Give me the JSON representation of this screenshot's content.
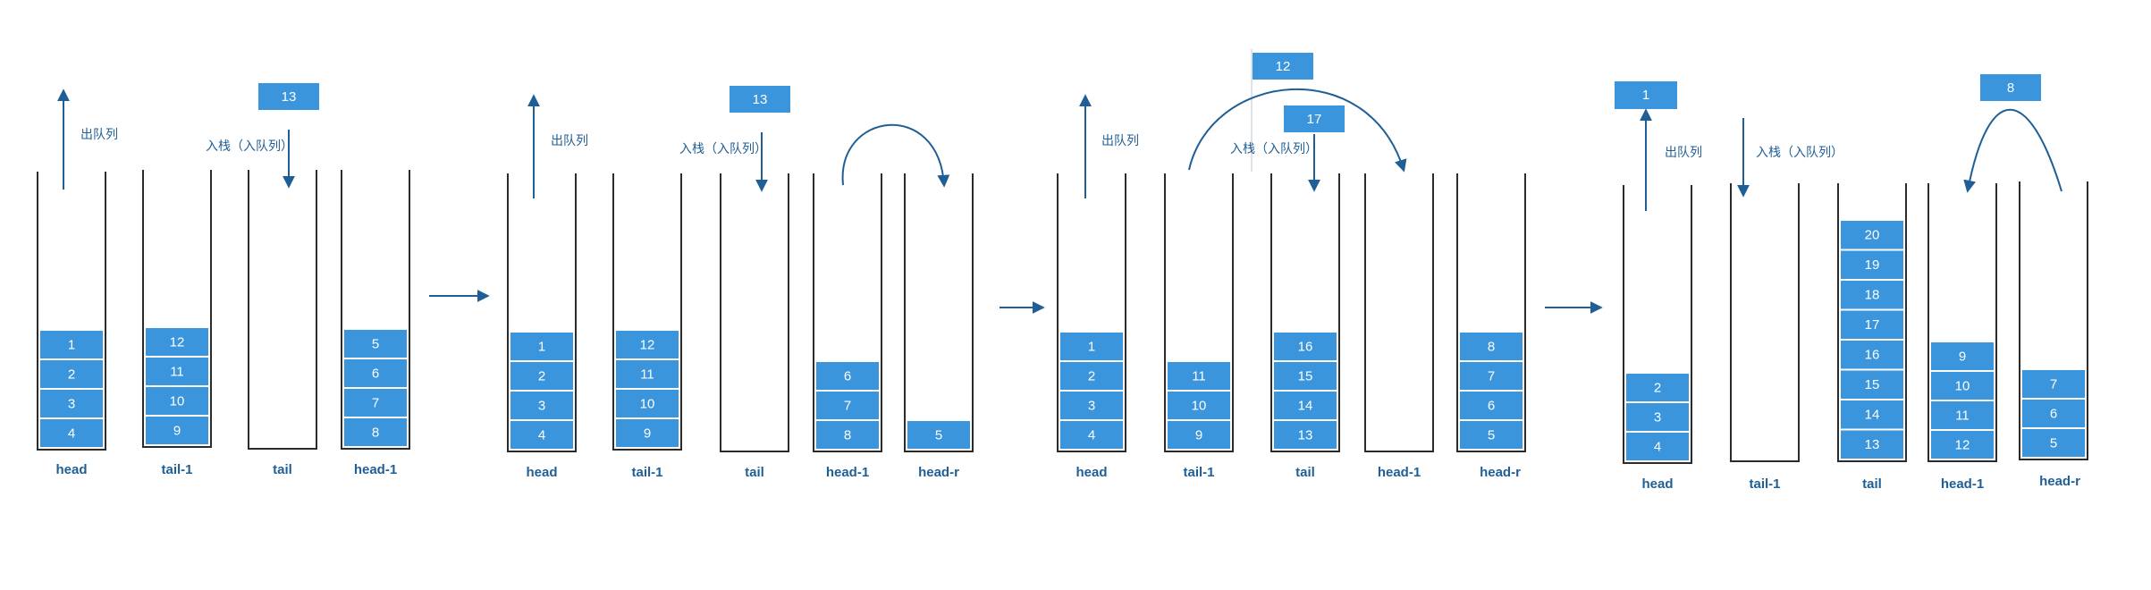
{
  "colors": {
    "box": "#3a95dc",
    "text": "#1f5f95",
    "wall": "#2b2b2b"
  },
  "labels": {
    "dequeue": "出队列",
    "push": "入栈（入队列）"
  },
  "stages": [
    {
      "stacks": [
        {
          "name": "head",
          "items": [
            "1",
            "2",
            "3",
            "4"
          ]
        },
        {
          "name": "tail-1",
          "items": [
            "12",
            "11",
            "10",
            "9"
          ]
        },
        {
          "name": "tail",
          "items": []
        },
        {
          "name": "head-1",
          "items": [
            "5",
            "6",
            "7",
            "8"
          ]
        }
      ],
      "incoming": "13"
    },
    {
      "stacks": [
        {
          "name": "head",
          "items": [
            "1",
            "2",
            "3",
            "4"
          ]
        },
        {
          "name": "tail-1",
          "items": [
            "12",
            "11",
            "10",
            "9"
          ]
        },
        {
          "name": "tail",
          "items": []
        },
        {
          "name": "head-1",
          "items": [
            "6",
            "7",
            "8"
          ]
        },
        {
          "name": "head-r",
          "items": [
            "5"
          ]
        }
      ],
      "incoming": "13"
    },
    {
      "stacks": [
        {
          "name": "head",
          "items": [
            "1",
            "2",
            "3",
            "4"
          ]
        },
        {
          "name": "tail-1",
          "items": [
            "11",
            "10",
            "9"
          ]
        },
        {
          "name": "tail",
          "items": [
            "16",
            "15",
            "14",
            "13"
          ]
        },
        {
          "name": "head-1",
          "items": []
        },
        {
          "name": "head-r",
          "items": [
            "8",
            "7",
            "6",
            "5"
          ]
        }
      ],
      "moved": "12",
      "incoming": "17"
    },
    {
      "stacks": [
        {
          "name": "head",
          "items": [
            "2",
            "3",
            "4"
          ]
        },
        {
          "name": "tail-1",
          "items": []
        },
        {
          "name": "tail",
          "items": [
            "20",
            "19",
            "18",
            "17",
            "16",
            "15",
            "14",
            "13"
          ]
        },
        {
          "name": "head-1",
          "items": [
            "9",
            "10",
            "11",
            "12"
          ]
        },
        {
          "name": "head-r",
          "items": [
            "7",
            "6",
            "5"
          ]
        }
      ],
      "popped": "1",
      "moved": "8"
    }
  ]
}
